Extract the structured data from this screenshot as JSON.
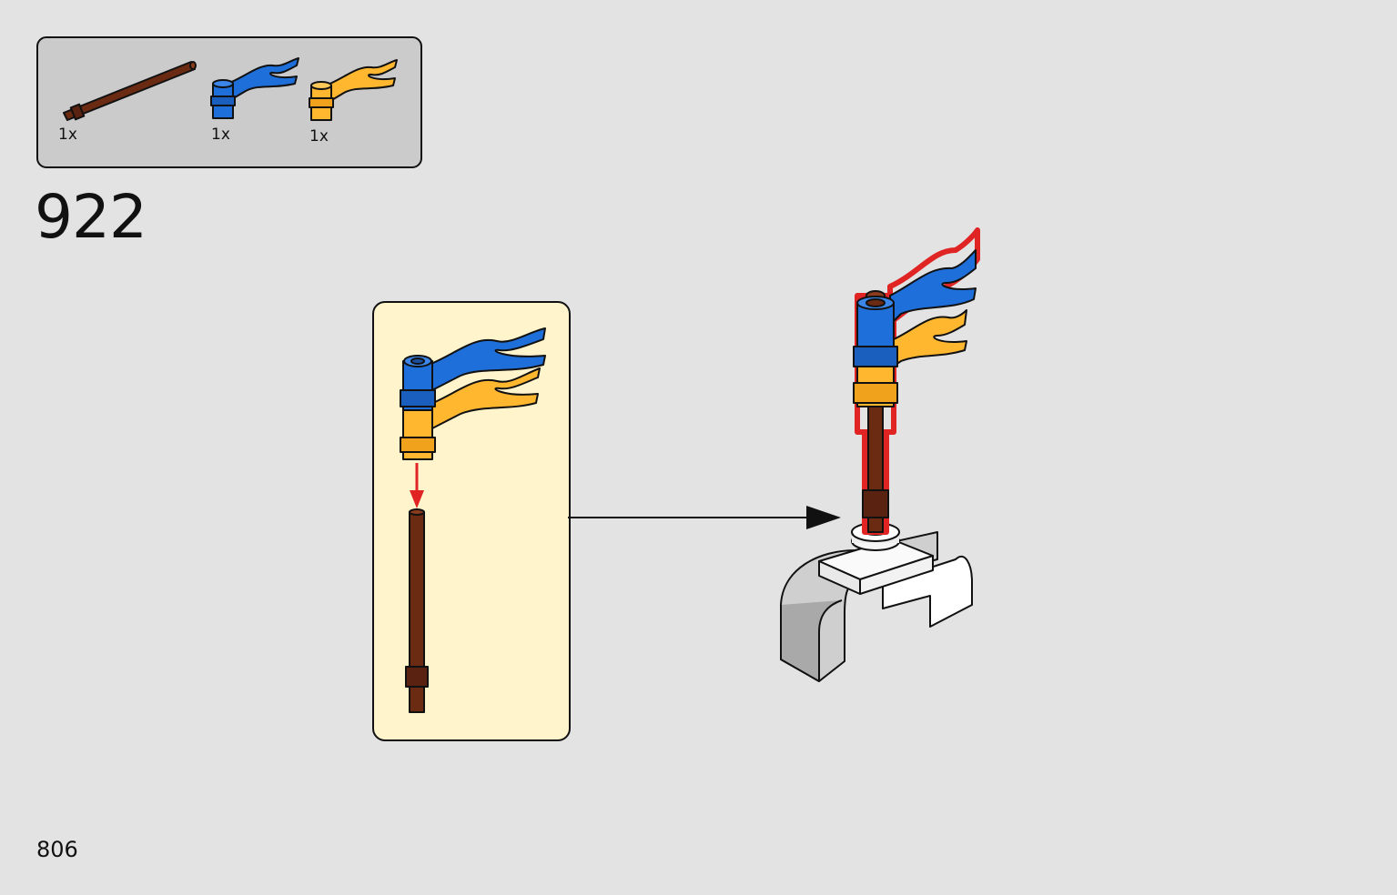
{
  "parts_list": {
    "items": [
      {
        "name": "brown-bar",
        "quantity": "1x",
        "color": "#6b2a12"
      },
      {
        "name": "blue-flag",
        "quantity": "1x",
        "color": "#1e6fd9"
      },
      {
        "name": "yellow-flag",
        "quantity": "1x",
        "color": "#ffb730"
      }
    ]
  },
  "step_number": "922",
  "page_number": "806",
  "colors": {
    "background": "#e3e3e3",
    "parts_box": "#cbcbcb",
    "callout": "#fff4cc",
    "highlight": "#e02424"
  }
}
